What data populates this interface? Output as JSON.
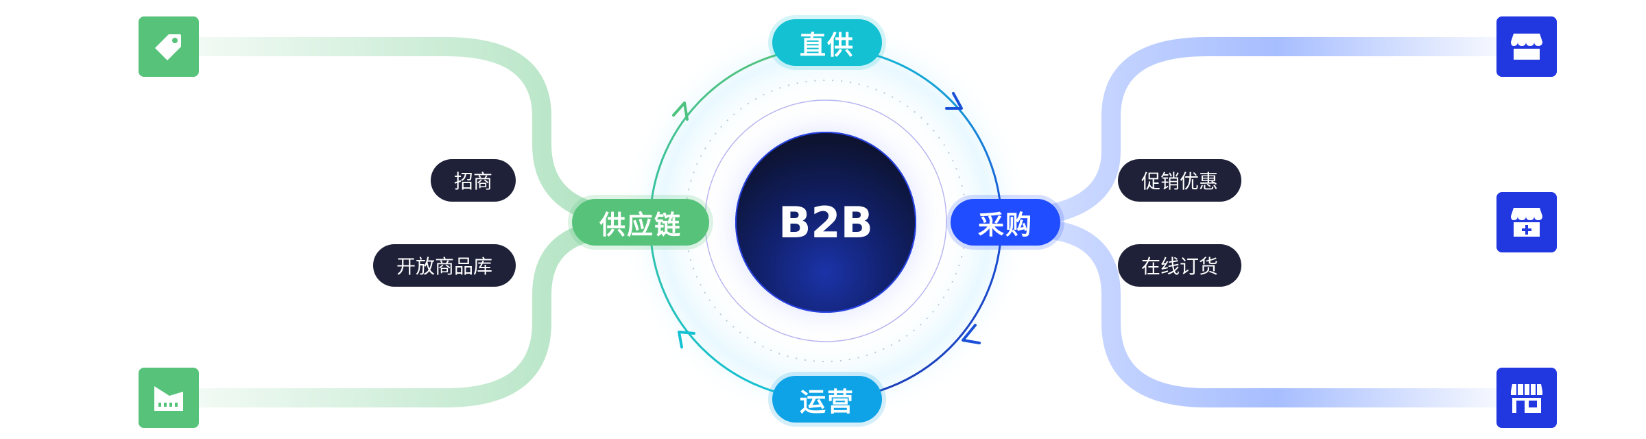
{
  "center": {
    "label": "B2B"
  },
  "nodes": {
    "top": {
      "label": "直供",
      "color": "#13c1d2"
    },
    "bottom": {
      "label": "运营",
      "color": "#0ea3e6"
    },
    "left": {
      "label": "供应链",
      "color": "#57c27a"
    },
    "right": {
      "label": "采购",
      "color": "#1f4dff"
    }
  },
  "chips": {
    "left_top": "招商",
    "left_bottom": "开放商品库",
    "right_top": "促销优惠",
    "right_bottom": "在线订货"
  },
  "icons": {
    "left_top": {
      "name": "price-tag-icon",
      "color": "#57c27a"
    },
    "left_bottom": {
      "name": "factory-icon",
      "color": "#57c27a"
    },
    "right_top": {
      "name": "store-icon",
      "color": "#2137e0"
    },
    "right_middle": {
      "name": "pharmacy-store-icon",
      "color": "#2137e0"
    },
    "right_bottom": {
      "name": "shop-front-icon",
      "color": "#2137e0"
    }
  }
}
